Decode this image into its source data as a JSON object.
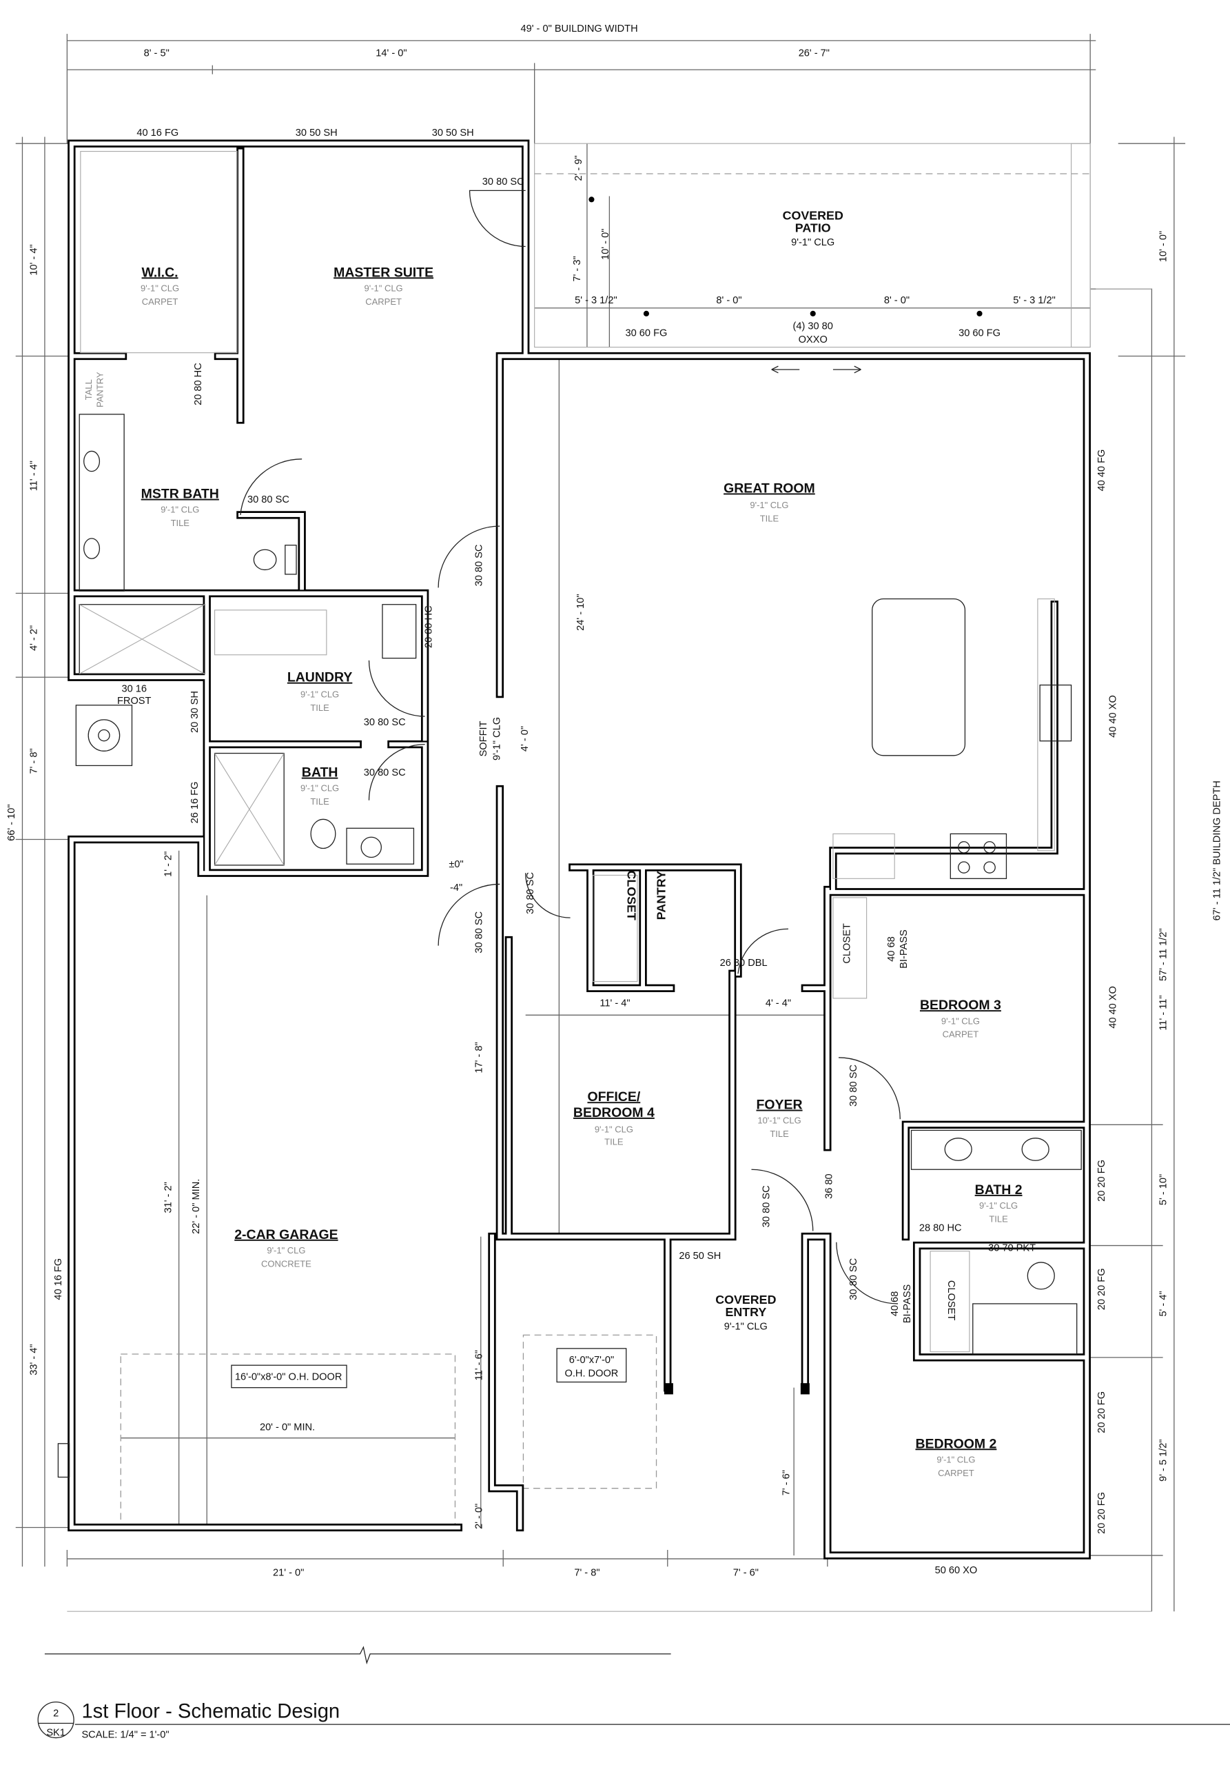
{
  "sheet": {
    "title": "1st Floor - Schematic Design",
    "scale": "SCALE: 1/4\" = 1'-0\"",
    "detail_number": "2",
    "sheet_number": "SK1"
  },
  "rooms": {
    "wic": {
      "name": "W.I.C.",
      "clg": "9'-1\" CLG",
      "finish": "CARPET"
    },
    "master_suite": {
      "name": "MASTER SUITE",
      "clg": "9'-1\" CLG",
      "finish": "CARPET"
    },
    "mstr_bath": {
      "name": "MSTR BATH",
      "clg": "9'-1\" CLG",
      "finish": "TILE"
    },
    "laundry": {
      "name": "LAUNDRY",
      "clg": "9'-1\" CLG",
      "finish": "TILE"
    },
    "bath": {
      "name": "BATH",
      "clg": "9'-1\" CLG",
      "finish": "TILE"
    },
    "great_room": {
      "name": "GREAT ROOM",
      "clg": "9'-1\" CLG",
      "finish": "TILE"
    },
    "office": {
      "name1": "OFFICE/",
      "name2": "BEDROOM 4",
      "clg": "9'-1\" CLG",
      "finish": "TILE"
    },
    "foyer": {
      "name": "FOYER",
      "clg": "10'-1\" CLG",
      "finish": "TILE"
    },
    "bedroom3": {
      "name": "BEDROOM 3",
      "clg": "9'-1\" CLG",
      "finish": "CARPET"
    },
    "bath2": {
      "name": "BATH 2",
      "clg": "9'-1\" CLG",
      "finish": "TILE"
    },
    "bedroom2": {
      "name": "BEDROOM 2",
      "clg": "9'-1\" CLG",
      "finish": "CARPET"
    },
    "garage": {
      "name": "2-CAR GARAGE",
      "clg": "9'-1\" CLG",
      "finish": "CONCRETE"
    },
    "covered_entry": {
      "name1": "COVERED",
      "name2": "ENTRY",
      "clg": "9'-1\" CLG"
    },
    "covered_patio": {
      "name1": "COVERED",
      "name2": "PATIO",
      "clg": "9'-1\" CLG"
    },
    "tall_pantry": {
      "line1": "TALL",
      "line2": "PANTRY"
    },
    "closet": "CLOSET",
    "pantry": "PANTRY"
  },
  "openings": {
    "w_40_16_fg": "40 16 FG",
    "w_30_50_sh": "30 50 SH",
    "d_30_80_sc": "30 80 SC",
    "d_20_80_hc": "20 80 HC",
    "w_30_16": "30 16",
    "frost": "FROST",
    "w_20_30_sh": "20 30 SH",
    "w_26_16_fg": "26 16 FG",
    "d_26_80_dbl": "26 80 DBL",
    "d_40_68": "40 68",
    "bipass": "BI-PASS",
    "d_36_80": "36 80",
    "d_28_80_hc": "28 80 HC",
    "d_30_70_pkt": "30 70 PKT",
    "w_26_50_sh": "26 50 SH",
    "oh_door_16": "16'-0\"x8'-0\" O.H. DOOR",
    "oh_door_6": "6'-0\"x7'-0\"",
    "oh_door_label": "O.H. DOOR",
    "w_50_60_xo": "50 60 XO",
    "w_40_40_fg": "40 40 FG",
    "w_40_40_xo": "40 40 XO",
    "w_20_20_fg": "20 20 FG",
    "w_30_60_fg": "30 60 FG",
    "d_4_30_80": "(4) 30 80",
    "oxxo": "OXXO"
  },
  "dims": {
    "building_width": "49' - 0\" BUILDING WIDTH",
    "w_8_5": "8' - 5\"",
    "w_14_0": "14' - 0\"",
    "w_26_7": "26' - 7\"",
    "p_2_9": "2' - 9\"",
    "p_10_0": "10' - 0\"",
    "p_7_3": "7' - 3\"",
    "p_5_3h": "5' - 3 1/2\"",
    "p_8_0": "8' - 0\"",
    "l_10_4": "10' - 4\"",
    "l_11_4": "11' - 4\"",
    "l_4_2": "4' - 2\"",
    "l_7_8": "7' - 8\"",
    "l_66_10": "66' - 10\"",
    "l_33_4": "33' - 4\"",
    "building_depth": "67' - 11 1/2\" BUILDING DEPTH",
    "r_57_11h": "57' - 11 1/2\"",
    "r_11_11": "11' - 11\"",
    "r_5_10": "5' - 10\"",
    "r_5_4": "5' - 4\"",
    "r_9_5h": "9' - 5 1/2\"",
    "i_24_10": "24' - 10\"",
    "soffit": "SOFFIT",
    "soffit_clg": "9'-1\" CLG",
    "i_4_0": "4' - 0\"",
    "i_1_2": "1' - 2\"",
    "elev_0": "±0\"",
    "elev_m4": "-4\"",
    "i_11_4": "11' - 4\"",
    "i_4_4": "4' - 4\"",
    "i_17_8": "17' - 8\"",
    "i_31_2": "31' - 2\"",
    "i_22_0_min": "22' - 0\" MIN.",
    "i_20_0_min": "20' - 0\" MIN.",
    "i_11_6": "11' - 6\"",
    "i_2_0": "2' - 0\"",
    "i_7_6": "7' - 6\"",
    "b_21_0": "21' - 0\"",
    "b_7_8": "7' - 8\"",
    "b_7_6": "7' - 6\""
  }
}
